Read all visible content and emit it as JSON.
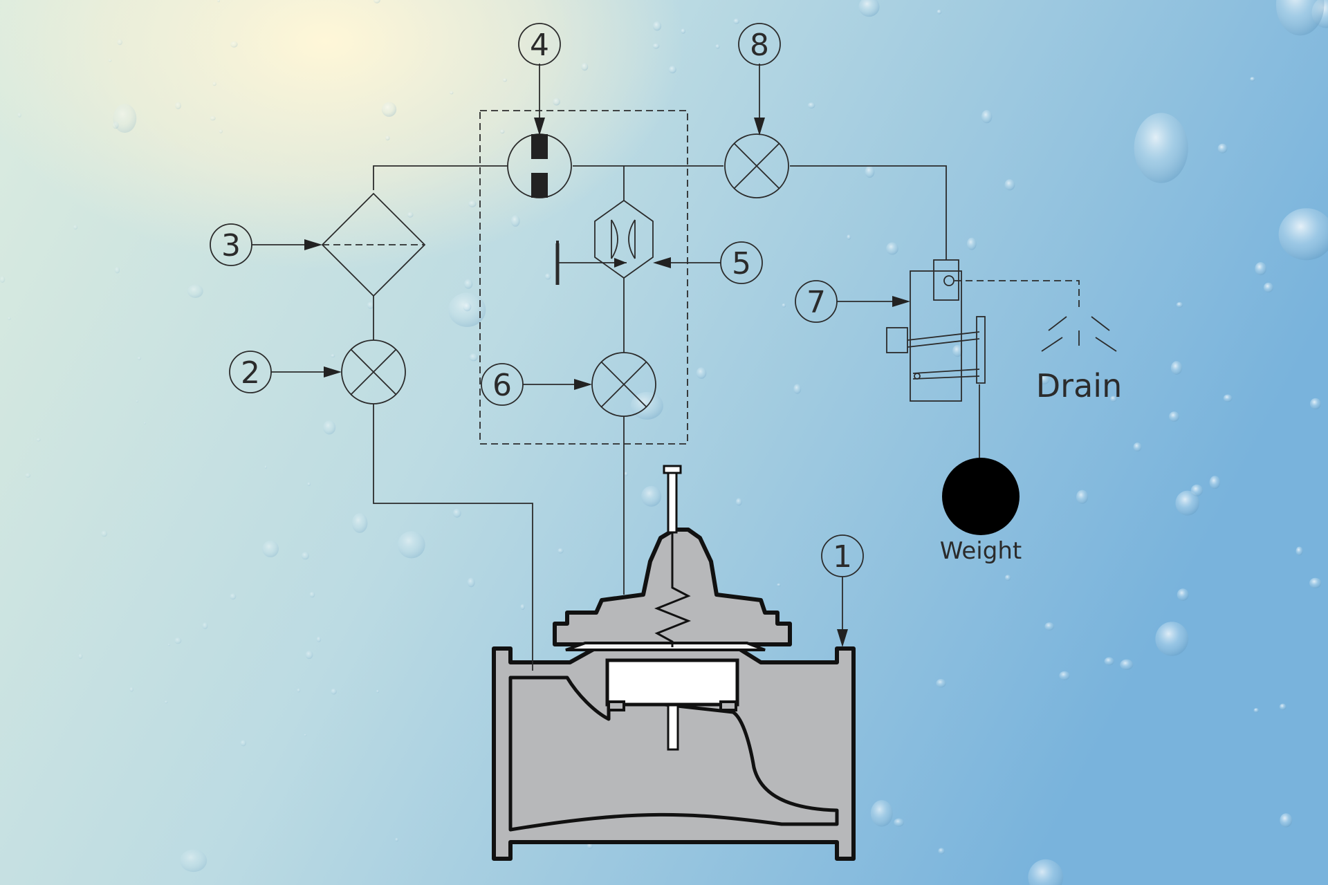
{
  "diagram": {
    "callouts": [
      {
        "id": "1",
        "text": "1"
      },
      {
        "id": "2",
        "text": "2"
      },
      {
        "id": "3",
        "text": "3"
      },
      {
        "id": "4",
        "text": "4"
      },
      {
        "id": "5",
        "text": "5"
      },
      {
        "id": "6",
        "text": "6"
      },
      {
        "id": "7",
        "text": "7"
      },
      {
        "id": "8",
        "text": "8"
      }
    ],
    "labels": {
      "drain": "Drain",
      "weight": "Weight"
    }
  },
  "colors": {
    "line": "#2b2b2b",
    "valve_body": "#b7b8ba",
    "valve_outline": "#111111",
    "weight": "#000000",
    "background_left": "#d4e9e6",
    "background_right": "#7fb6dc",
    "glow": "#fff6d6"
  }
}
